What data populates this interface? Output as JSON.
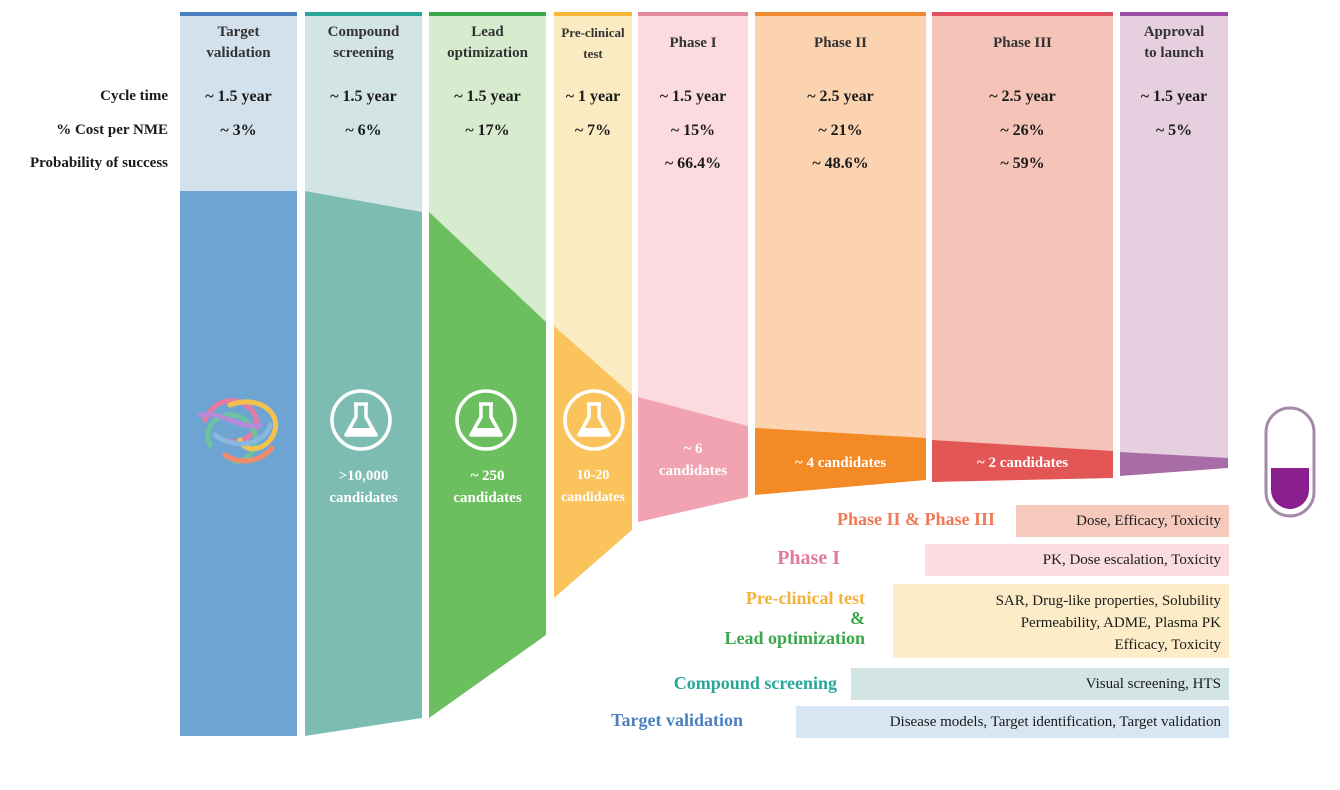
{
  "stages": [
    {
      "name": "Target\nvalidation",
      "cycle": "~ 1.5 year",
      "cost": "~ 3%",
      "success": "",
      "candidates": "",
      "accent": "#4a7fc0"
    },
    {
      "name": "Compound\nscreening",
      "cycle": "~ 1.5 year",
      "cost": "~ 6%",
      "success": "",
      "candidates": ">10,000\ncandidates",
      "accent": "#2aa79b"
    },
    {
      "name": "Lead\noptimization",
      "cycle": "~ 1.5 year",
      "cost": "~ 17%",
      "success": "",
      "candidates": "~ 250\ncandidates",
      "accent": "#3aa84a"
    },
    {
      "name": "Pre-clinical\ntest",
      "cycle": "~ 1 year",
      "cost": "~ 7%",
      "success": "",
      "candidates": "10-20\ncandidates",
      "accent": "#f5b93a"
    },
    {
      "name": "Phase I",
      "cycle": "~ 1.5 year",
      "cost": "~ 15%",
      "success": "~ 66.4%",
      "candidates": "~ 6\ncandidates",
      "accent": "#e58aa0"
    },
    {
      "name": "Phase II",
      "cycle": "~ 2.5 year",
      "cost": "~ 21%",
      "success": "~ 48.6%",
      "candidates": "~ 4 candidates",
      "accent": "#f08a30"
    },
    {
      "name": "Phase III",
      "cycle": "~ 2.5 year",
      "cost": "~ 26%",
      "success": "~ 59%",
      "candidates": "~ 2 candidates",
      "accent": "#e05060"
    },
    {
      "name": "Approval\nto launch",
      "cycle": "~ 1.5 year",
      "cost": "~ 5%",
      "success": "",
      "candidates": "",
      "accent": "#9c4aa8"
    }
  ],
  "row_labels": {
    "cycle": "Cycle time",
    "cost": "% Cost per NME",
    "success": "Probability of success"
  },
  "legend": {
    "p23_title": "Phase II & Phase III",
    "p23_text": "Dose, Efficacy, Toxicity",
    "p1_title": "Phase I",
    "p1_text": "PK, Dose escalation, Toxicity",
    "pre_title": "Pre-clinical test",
    "amp": "&",
    "lead_title": "Lead optimization",
    "pre_text_1": "SAR, Drug-like properties, Solubility",
    "pre_text_2": "Permeability, ADME, Plasma PK",
    "pre_text_3": "Efficacy, Toxicity",
    "cs_title": "Compound screening",
    "cs_text": "Visual screening, HTS",
    "tv_title": "Target validation",
    "tv_text": "Disease models, Target identification, Target validation"
  },
  "colors": {
    "tv_light": "#d3e1ec",
    "tv_dark": "#6ea4d2",
    "cs_light": "#d3e4e4",
    "cs_dark": "#7dbcb2",
    "lo_light": "#d7ebcf",
    "lo_dark": "#6cbf5e",
    "pc_light": "#fbebc2",
    "pc_dark": "#fbc35c",
    "p1_light": "#fbdbe0",
    "p1_dark": "#f2a3b2",
    "p2_light": "#fbd3b0",
    "p2_dark": "#f38a26",
    "p3_light": "#f5c3b8",
    "p3_dark": "#e35656",
    "ap_light": "#e6cfdf",
    "ap_dark": "#a86da6",
    "pill": "#8a1e8e"
  }
}
